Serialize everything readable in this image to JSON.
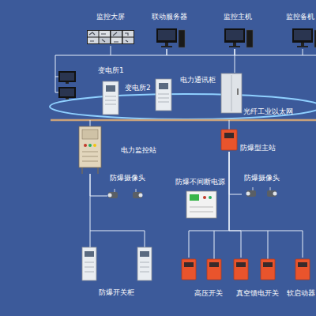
{
  "diagram": {
    "nodes": [
      {
        "text": [
          "监控大屏"
        ]
      },
      {
        "text": [
          "联动服务器"
        ]
      },
      {
        "text": [
          "监控主机"
        ]
      },
      {
        "text": [
          "监控备机"
        ]
      },
      {
        "text": [
          "变电所1"
        ]
      },
      {
        "text": [
          "变电所2"
        ]
      },
      {
        "text": [
          "电力通讯柜"
        ]
      },
      {
        "text": [
          "电力监控站"
        ]
      },
      {
        "text": [
          "防爆型主站"
        ]
      },
      {
        "text": [
          "防爆摄像头"
        ]
      },
      {
        "text": [
          "防爆不间断电源"
        ]
      },
      {
        "text": [
          "防爆摄像头"
        ]
      },
      {
        "text": [
          "防爆开关柜"
        ]
      },
      {
        "text": [
          "高压开关"
        ]
      },
      {
        "text": [
          "真空馈电开关"
        ]
      },
      {
        "text": [
          "软启动器"
        ]
      }
    ],
    "edges": [
      {
        "from": 0,
        "to": 1,
        "arrow": "none"
      },
      {
        "from": 1,
        "to": 2,
        "arrow": "none"
      },
      {
        "from": 2,
        "to": 3,
        "arrow": "none"
      },
      {
        "from": 2,
        "to": 6,
        "arrow": "none"
      },
      {
        "from": 7,
        "to": 9,
        "arrow": "none"
      },
      {
        "from": 7,
        "to": 12,
        "arrow": "none"
      },
      {
        "from": 8,
        "to": 11,
        "arrow": "none"
      },
      {
        "from": 8,
        "to": 13,
        "arrow": "none"
      },
      {
        "from": 8,
        "to": 14,
        "arrow": "none"
      },
      {
        "from": 8,
        "to": 15,
        "arrow": "none"
      }
    ],
    "labels": [
      "光纤工业以太网"
    ]
  }
}
